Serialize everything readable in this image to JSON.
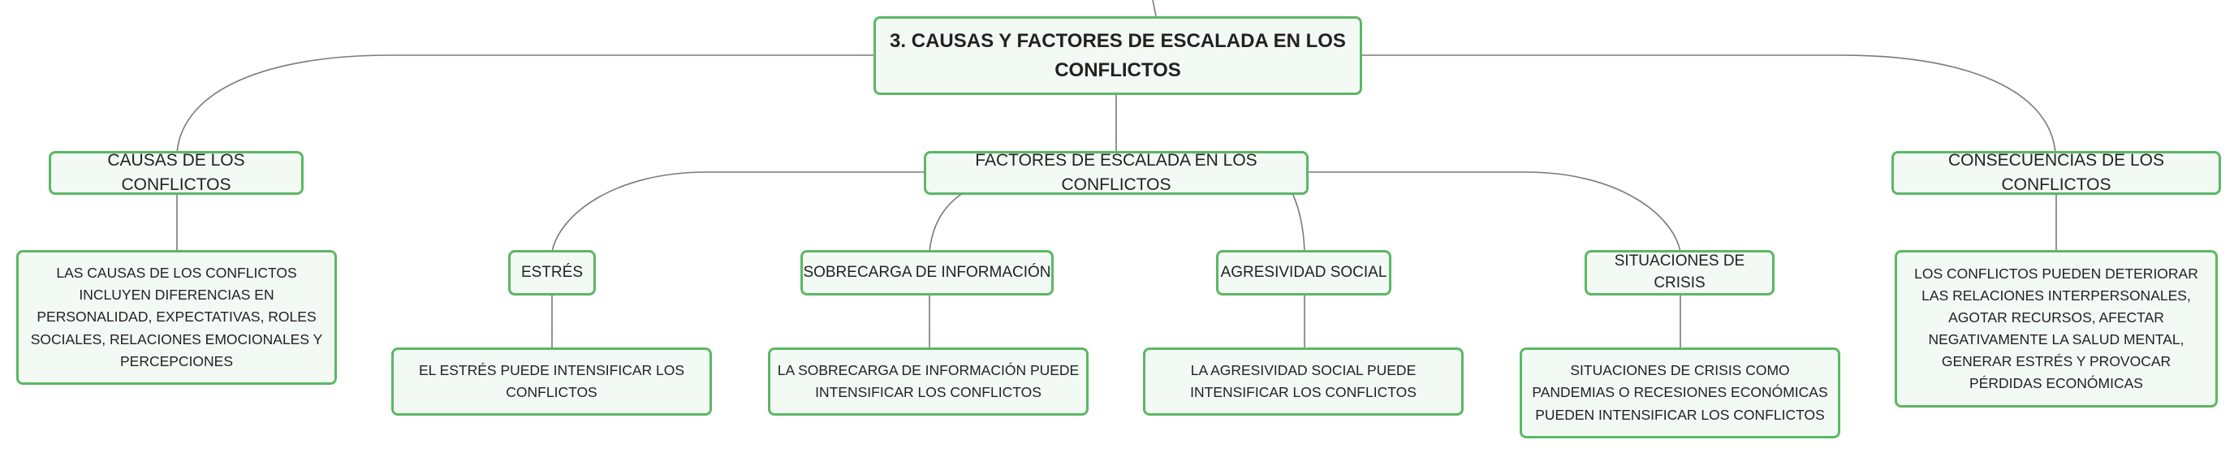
{
  "root": {
    "title": "3. CAUSAS Y FACTORES DE ESCALADA EN LOS CONFLICTOS"
  },
  "branches": {
    "causas": {
      "label": "CAUSAS DE LOS CONFLICTOS",
      "detail": "LAS CAUSAS DE LOS CONFLICTOS INCLUYEN DIFERENCIAS EN PERSONALIDAD, EXPECTATIVAS, ROLES SOCIALES, RELACIONES EMOCIONALES Y PERCEPCIONES"
    },
    "factores": {
      "label": "FACTORES DE ESCALADA EN LOS CONFLICTOS",
      "children": [
        {
          "label": "ESTRÉS",
          "detail": "EL ESTRÉS PUEDE INTENSIFICAR LOS CONFLICTOS"
        },
        {
          "label": "SOBRECARGA DE INFORMACIÓN",
          "detail": "LA SOBRECARGA DE INFORMACIÓN PUEDE INTENSIFICAR LOS CONFLICTOS"
        },
        {
          "label": "AGRESIVIDAD SOCIAL",
          "detail": "LA AGRESIVIDAD SOCIAL PUEDE INTENSIFICAR LOS CONFLICTOS"
        },
        {
          "label": "SITUACIONES DE CRISIS",
          "detail": "SITUACIONES DE CRISIS COMO PANDEMIAS O RECESIONES ECONÓMICAS PUEDEN INTENSIFICAR LOS CONFLICTOS"
        }
      ]
    },
    "consecuencias": {
      "label": "CONSECUENCIAS DE LOS CONFLICTOS",
      "detail": "LOS CONFLICTOS PUEDEN DETERIORAR LAS RELACIONES INTERPERSONALES, AGOTAR RECURSOS, AFECTAR NEGATIVAMENTE LA SALUD MENTAL, GENERAR ESTRÉS Y PROVOCAR PÉRDIDAS ECONÓMICAS"
    }
  },
  "colors": {
    "node_border": "#5bb865",
    "node_fill": "#f3faf4",
    "connector": "#7a7a7a"
  }
}
